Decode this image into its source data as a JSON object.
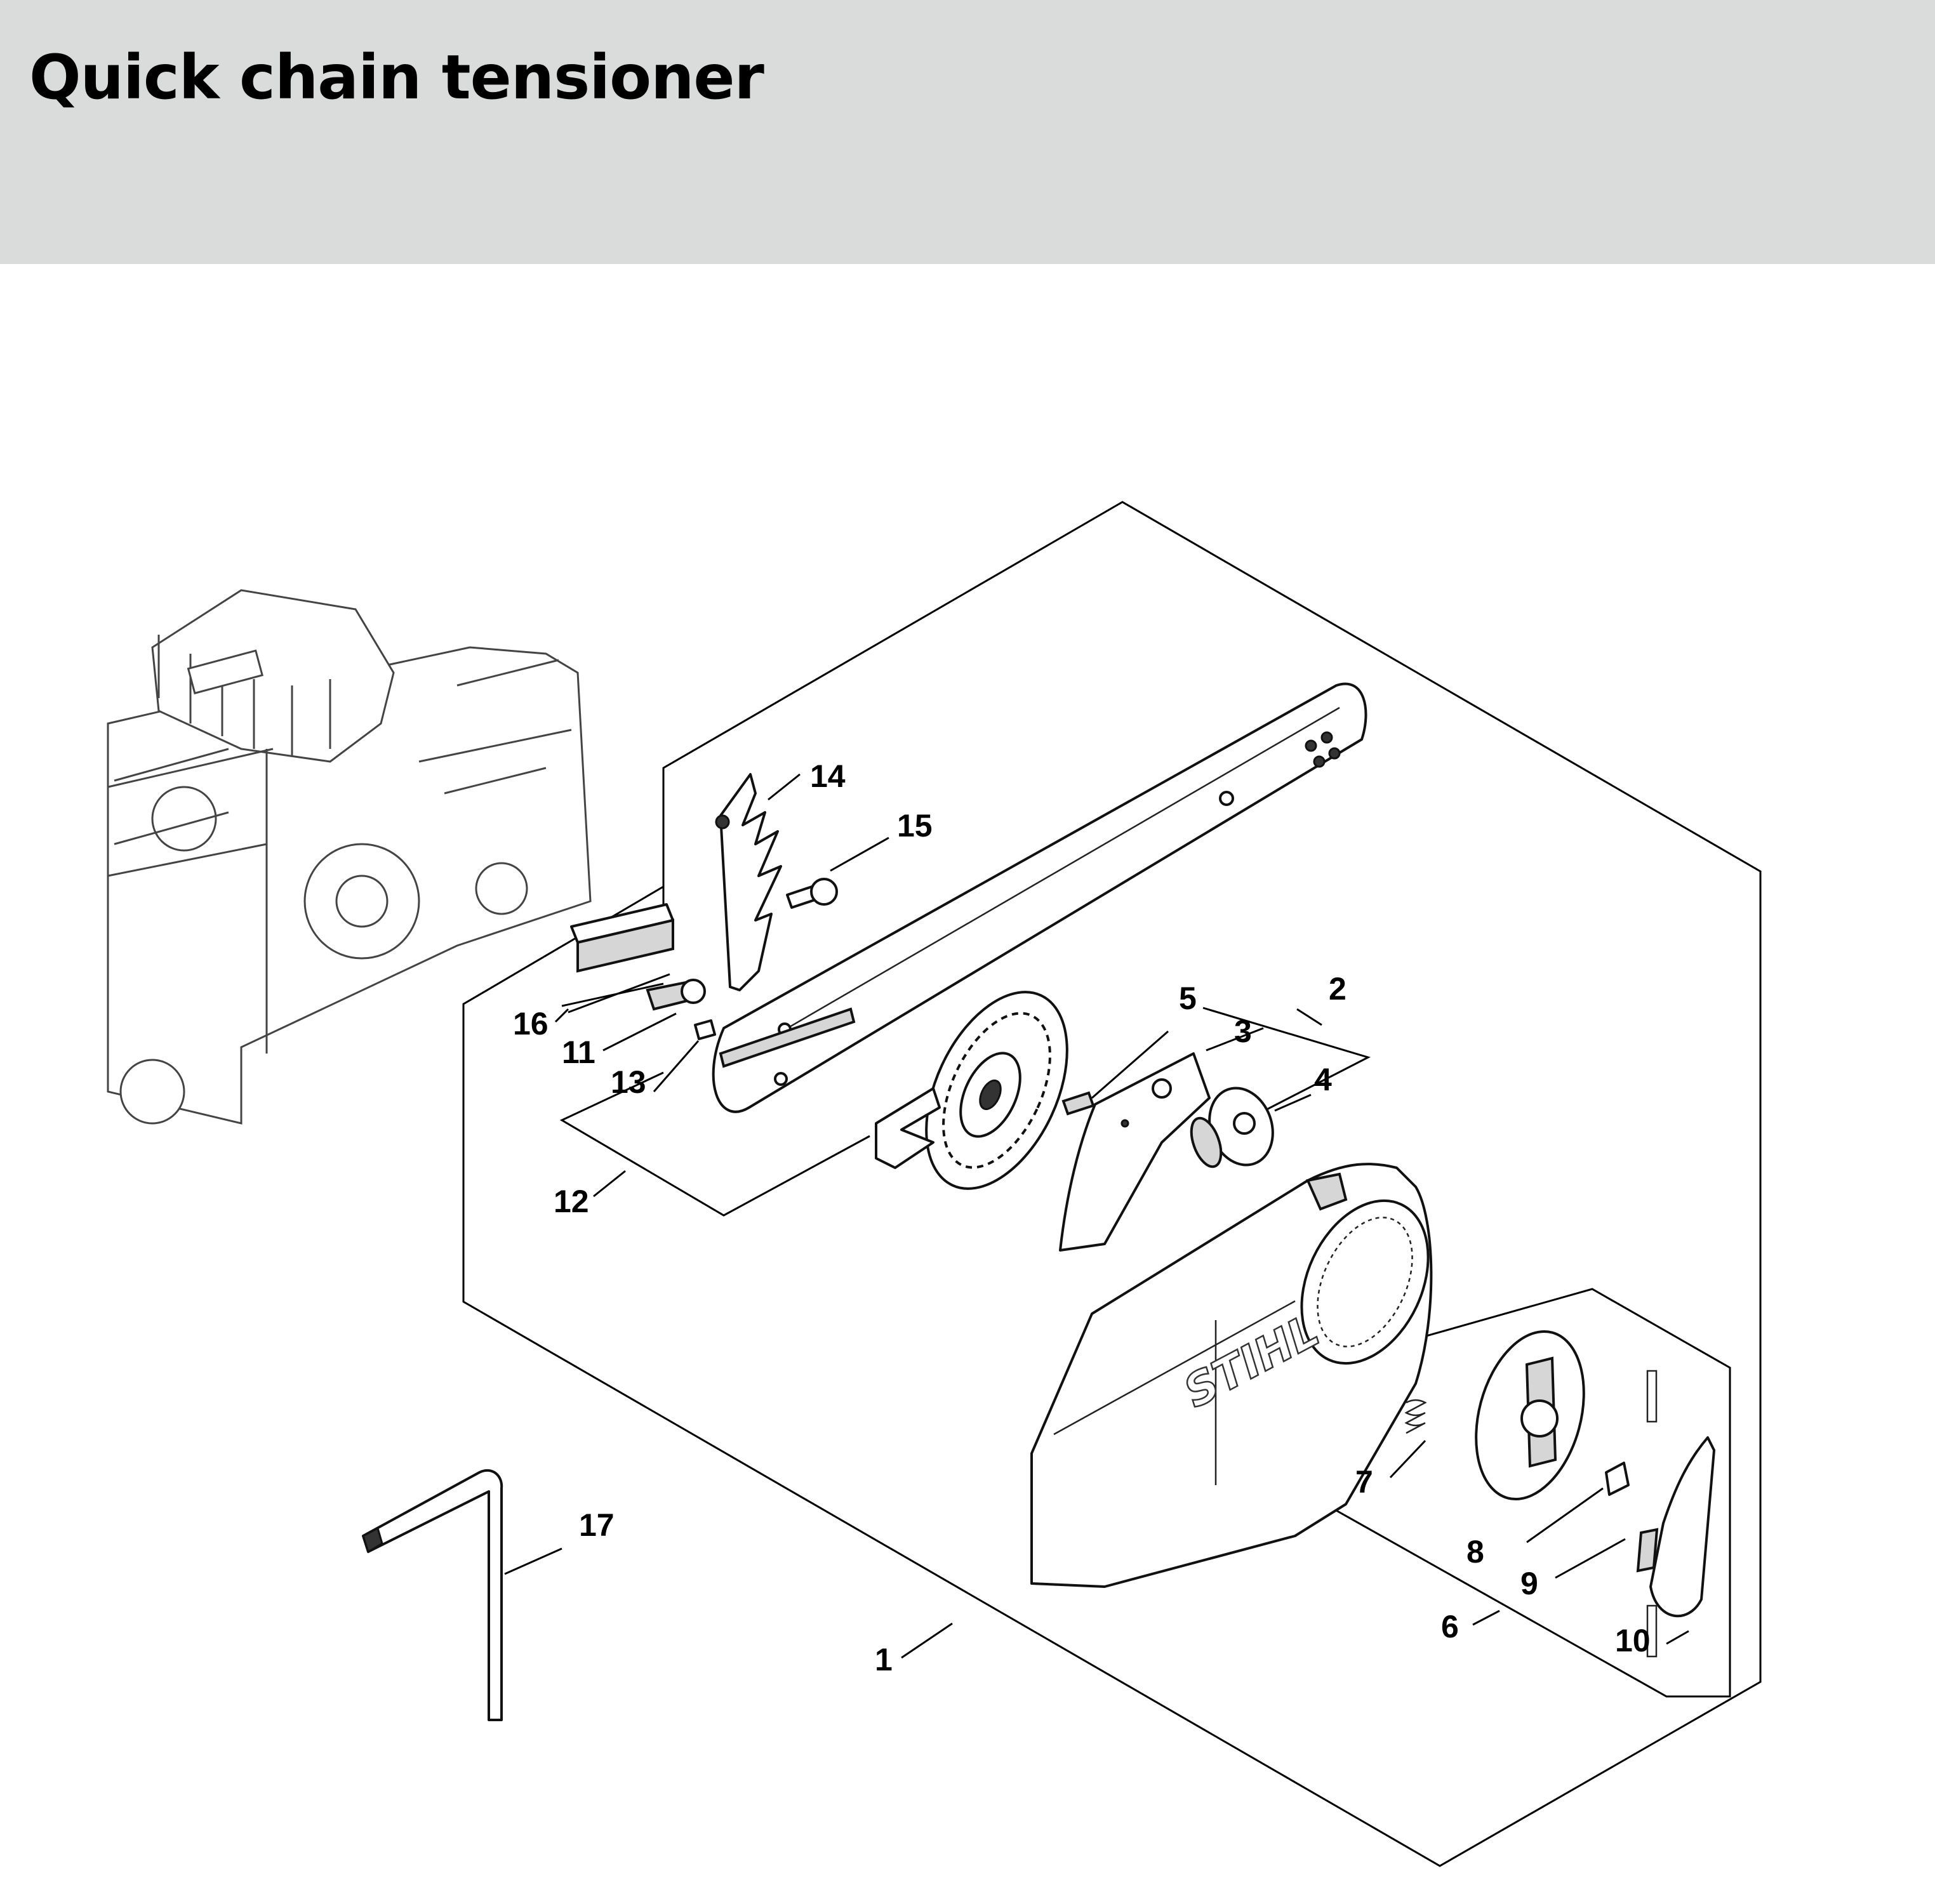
{
  "header": {
    "title": "Quick chain tensioner",
    "background": "#dadcdb"
  },
  "diagram": {
    "brand_mark": "STIHL",
    "callouts": [
      "1",
      "2",
      "3",
      "4",
      "5",
      "6",
      "7",
      "8",
      "9",
      "10",
      "11",
      "12",
      "13",
      "14",
      "15",
      "16",
      "17"
    ]
  }
}
